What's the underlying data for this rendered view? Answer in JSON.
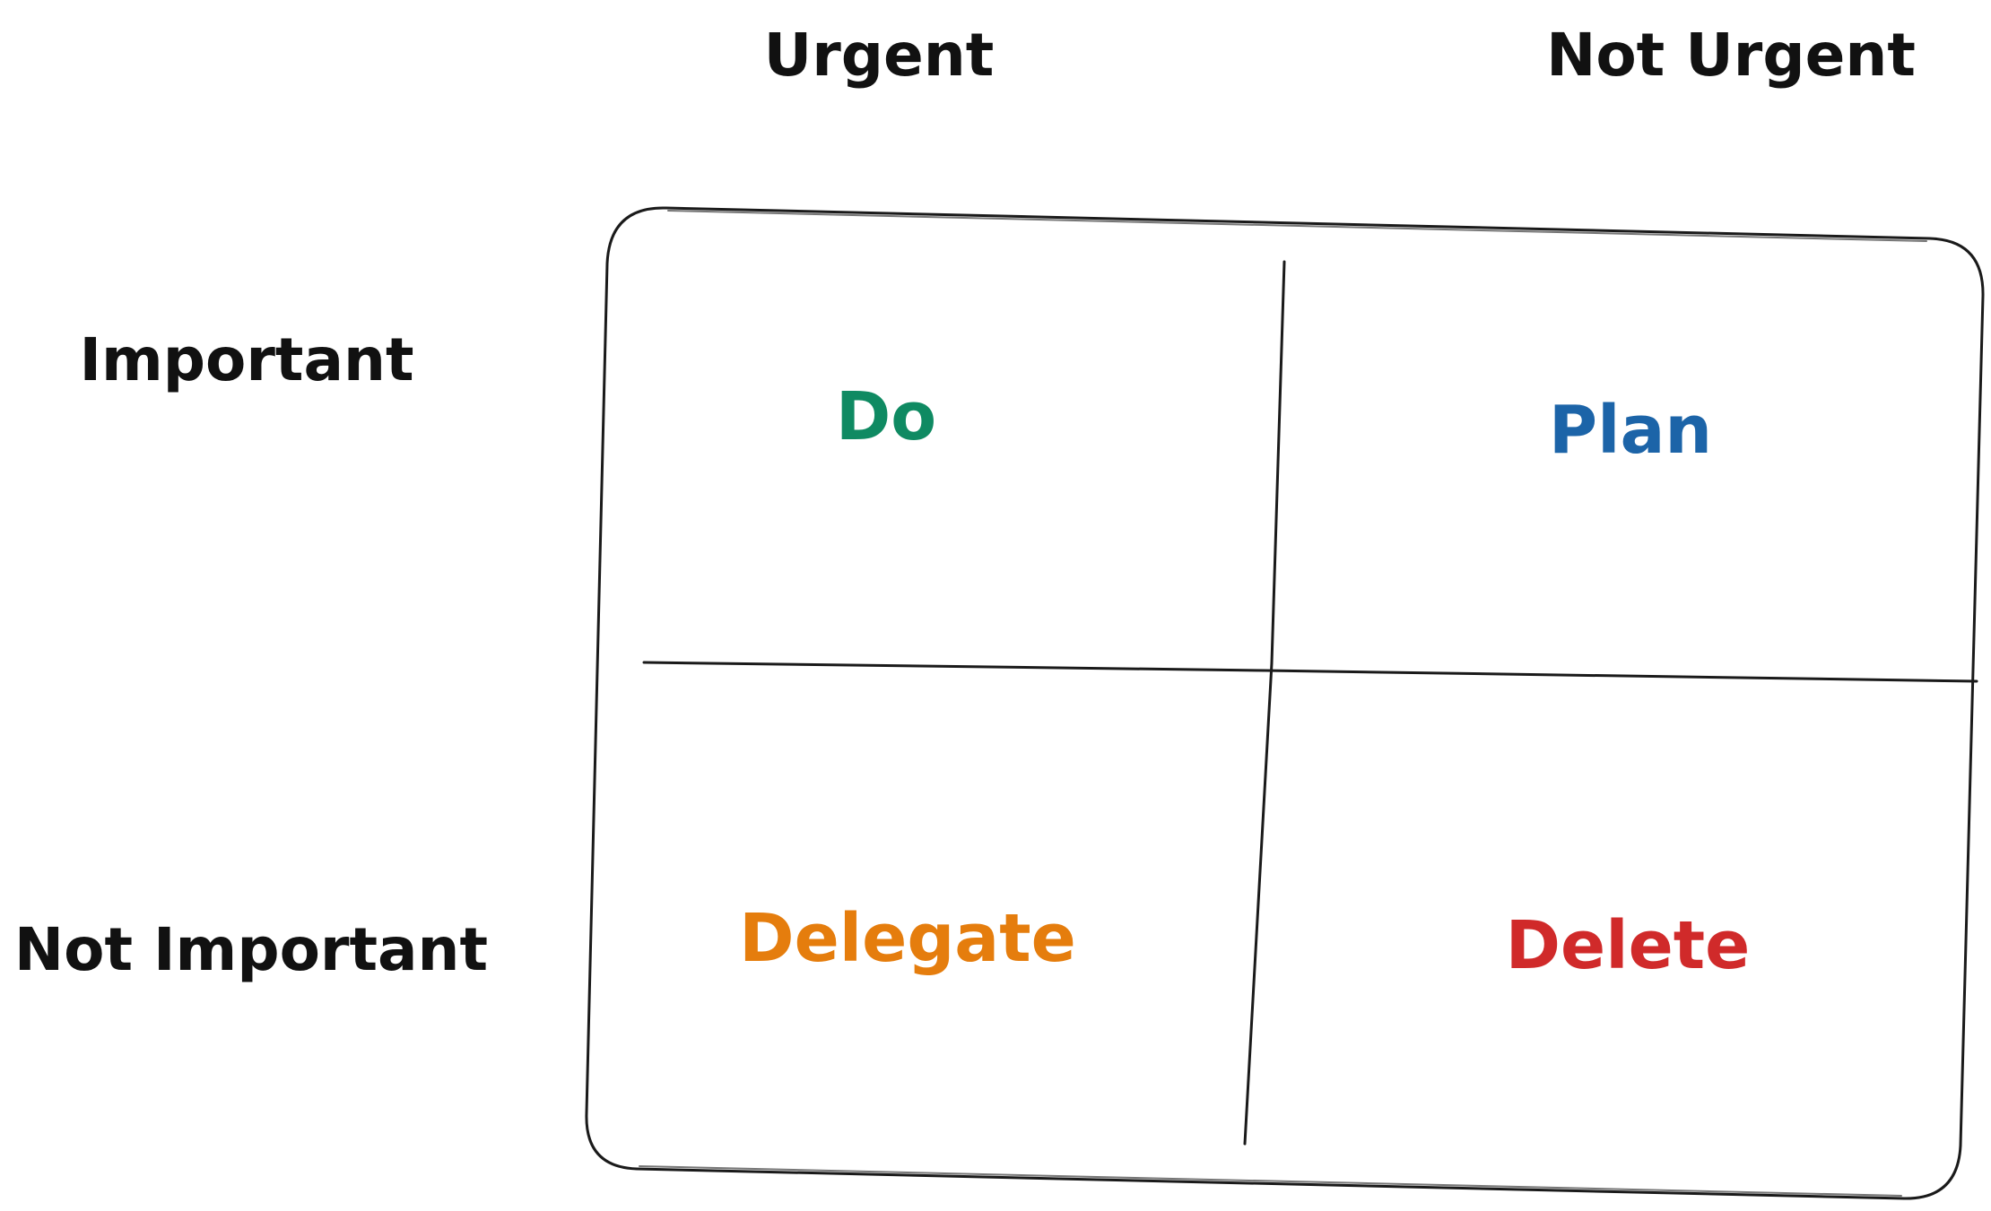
{
  "columns": {
    "urgent": "Urgent",
    "not_urgent": "Not Urgent"
  },
  "rows": {
    "important": "Important",
    "not_important": "Not Important"
  },
  "quadrants": {
    "do": {
      "label": "Do",
      "color": "#0f8a62"
    },
    "plan": {
      "label": "Plan",
      "color": "#1c64a8"
    },
    "delegate": {
      "label": "Delegate",
      "color": "#e57d0d"
    },
    "delete": {
      "label": "Delete",
      "color": "#d02a2a"
    }
  },
  "colors": {
    "stroke": "#1a1a1a",
    "axis_text": "#111111",
    "background": "#ffffff"
  }
}
